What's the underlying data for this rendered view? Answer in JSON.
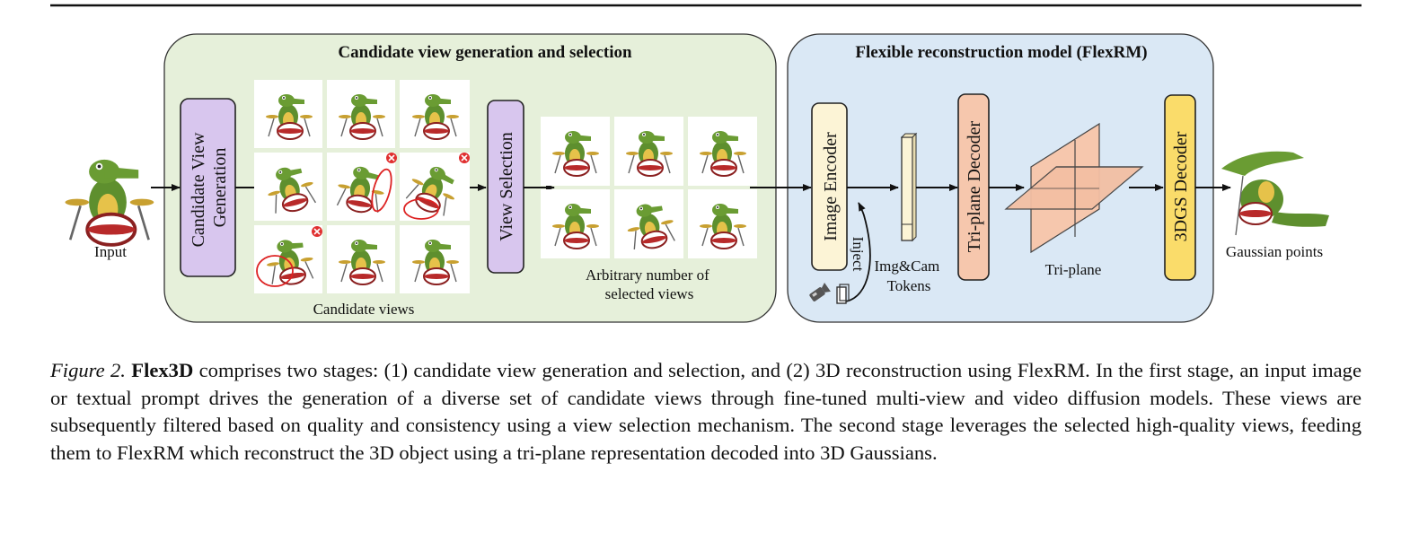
{
  "stage1": {
    "title": "Candidate view generation and selection",
    "generation_box": [
      "Candidate View",
      "Generation"
    ],
    "selection_box": "View Selection",
    "candidate_views_label": "Candidate views",
    "selected_views_label": [
      "Arbitrary number of",
      "selected views"
    ]
  },
  "stage2": {
    "title": "Flexible reconstruction model (FlexRM)",
    "image_encoder": "Image Encoder",
    "inject_label": "Inject",
    "tokens_label": [
      "Img&Cam",
      "Tokens"
    ],
    "triplane_decoder": "Tri-plane Decoder",
    "triplane_label": "Tri-plane",
    "gs_decoder": "3DGS Decoder"
  },
  "input_label": "Input",
  "output_label": "Gaussian points",
  "colors": {
    "stage1_fill": "#e6f0da",
    "stage2_fill": "#dae8f5",
    "purple_box": "#d8c6ee",
    "cream_box": "#fcf4d6",
    "salmon_box": "#f6c7ad",
    "yellow_box": "#fadc6a",
    "reject_red": "#e03030"
  },
  "caption": {
    "figure_label": "Figure 2.",
    "model_name": "Flex3D",
    "text": " comprises two stages: (1) candidate view generation and selection, and (2) 3D reconstruction using FlexRM. In the first stage, an input image or textual prompt drives the generation of a diverse set of candidate views through fine-tuned multi-view and video diffusion models. These views are subsequently filtered based on quality and consistency using a view selection mechanism. The second stage leverages the selected high-quality views, feeding them to FlexRM which reconstruct the 3D object using a tri-plane representation decoded into 3D Gaussians."
  }
}
